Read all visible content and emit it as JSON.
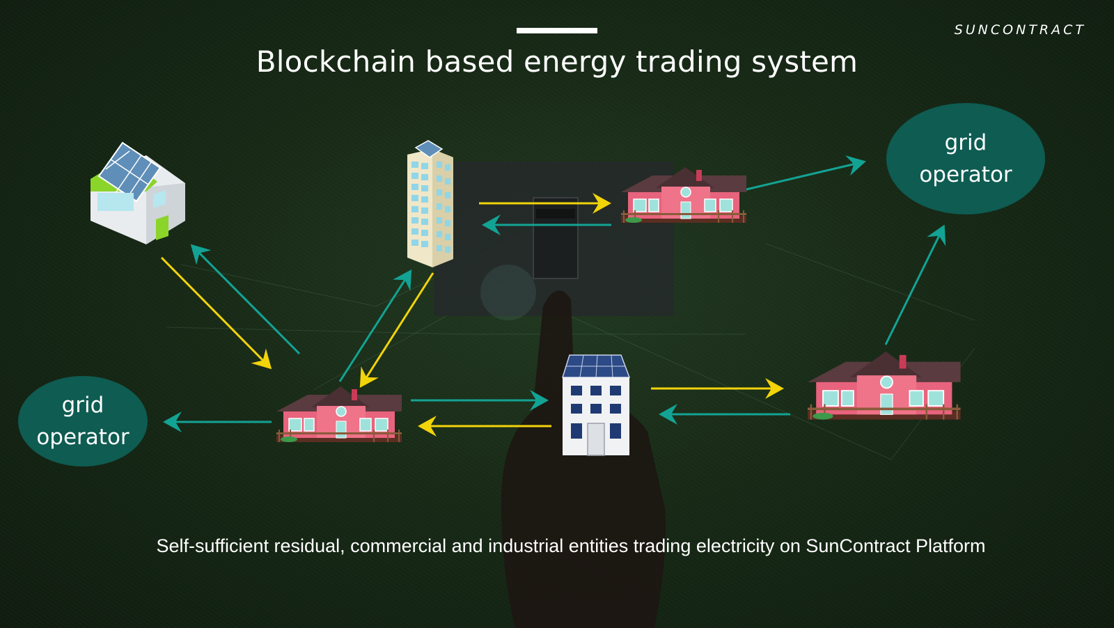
{
  "header": {
    "title": "Blockchain based energy trading system",
    "brand": "SUNCONTRACT"
  },
  "nodes": {
    "grid_operator_left": {
      "line1": "grid",
      "line2": "operator"
    },
    "grid_operator_right": {
      "line1": "grid",
      "line2": "operator"
    }
  },
  "caption": "Self-sufficient residual, commercial and industrial entities trading electricity on SunContract Platform",
  "colors": {
    "teal_arrow": "#13a394",
    "yellow_arrow": "#f2d40a",
    "oval": "#0e5c52",
    "house_pink": "#e8637d",
    "roof": "#5a3b3f"
  },
  "icons": [
    "solar-house-icon",
    "office-tower-icon",
    "pink-house-icon",
    "solar-apartment-icon",
    "hand-switch-icon"
  ]
}
